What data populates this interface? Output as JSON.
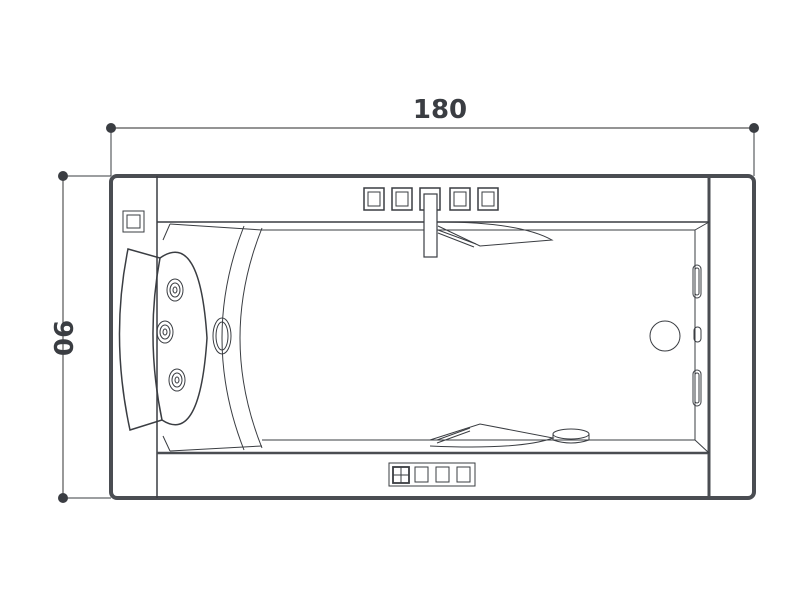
{
  "drawing": {
    "title": "Whirlpool bathtub plan view",
    "dimensions": {
      "width_label": "180",
      "depth_label": "90"
    },
    "colors": {
      "line": "#3a3d42",
      "frame": "#4a4d52",
      "background": "#ffffff"
    },
    "components": {
      "top_control_buttons": 5,
      "bottom_control_buttons": 4,
      "headrest_jets": 3,
      "side_jets_right": 3,
      "drain": "round",
      "faucet": "spout"
    }
  }
}
